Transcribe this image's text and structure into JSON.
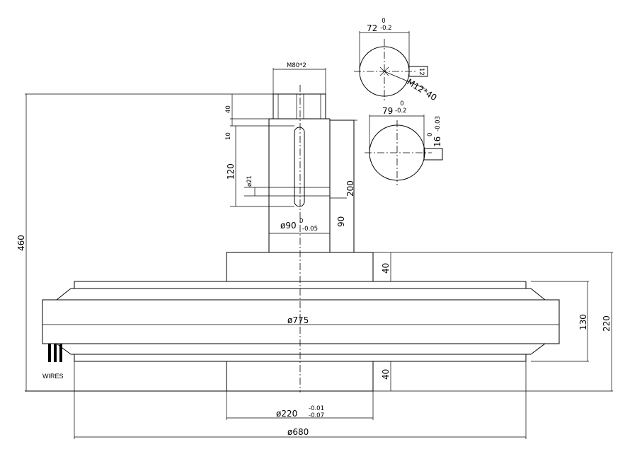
{
  "labels": {
    "slot_width": "72",
    "slot_width_tol_upper": "0",
    "slot_width_tol_lower": "-0.2",
    "thread": "M80*2",
    "slot_depth": "12",
    "hole": "M12*40",
    "flat_width": "79",
    "flat_width_tol_upper": "0",
    "flat_width_tol_lower": "-0.2",
    "key_width": "16",
    "key_tol_upper": "0",
    "key_tol_lower": "-0.03",
    "thread_length": "40",
    "flat_offset": "10",
    "key_length": "120",
    "hole_dia": "ø21",
    "shaft_length": "200",
    "shaft_dia": "ø90",
    "shaft_dia_tol_upper": "0",
    "shaft_dia_tol_lower": "-0.05",
    "key_offset": "90",
    "total_height": "460",
    "hub_top_height": "40",
    "tire_dia": "ø775",
    "tire_width": "130",
    "body_height": "220",
    "hub_bottom_height": "40",
    "wires": "WIRES",
    "bearing_dia": "ø220",
    "bearing_dia_tol_upper": "-0.01",
    "bearing_dia_tol_lower": "-0.07",
    "body_dia": "ø680"
  }
}
